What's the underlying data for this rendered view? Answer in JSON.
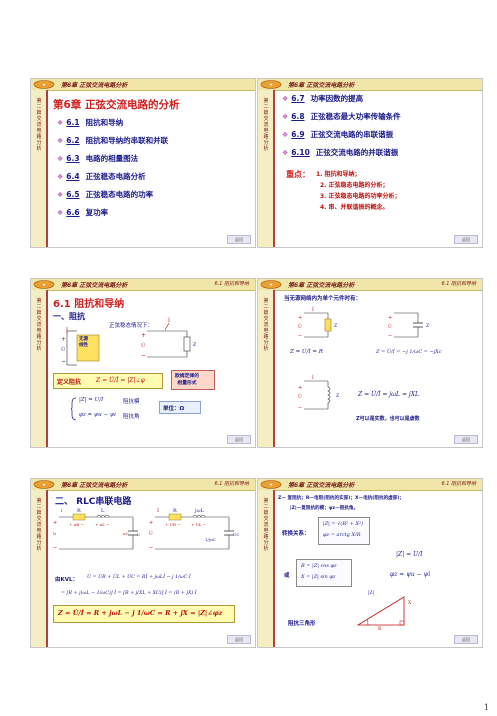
{
  "header_title": "第6章 正弦交流电路分析",
  "side_text": "第二篇 交流电路分析",
  "footer_label": "返回",
  "page_number": "1",
  "section_6_1": "6.1 阻抗和导纳",
  "slide1": {
    "chapter_title": "第6章  正弦交流电路的分析",
    "items": [
      {
        "num": "6.1",
        "text": "阻抗和导纳"
      },
      {
        "num": "6.2",
        "text": "阻抗和导纳的串联和并联"
      },
      {
        "num": "6.3",
        "text": "电路的相量图法"
      },
      {
        "num": "6.4",
        "text": "正弦稳态电路分析"
      },
      {
        "num": "6.5",
        "text": "正弦稳态电路的功率"
      },
      {
        "num": "6.6",
        "text": "复功率"
      }
    ]
  },
  "slide2": {
    "items": [
      {
        "num": "6.7",
        "text": "功率因数的提高"
      },
      {
        "num": "6.8",
        "text": "正弦稳态最大功率传输条件"
      },
      {
        "num": "6.9",
        "text": "正弦交流电路的串联谐振"
      },
      {
        "num": "6.10",
        "text": "正弦交流电路的并联谐振"
      }
    ],
    "key_label": "重点：",
    "key_points": [
      "1. 阻抗和导纳；",
      "2. 正弦稳态电路的分析；",
      "3. 正弦稳态电路的功率分析；",
      "4. 串、并联谐振的概念。"
    ]
  },
  "slide3": {
    "title": "6.1  阻抗和导纳",
    "subtitle": "一、阻抗",
    "steady_note": "正弦稳态情况下：",
    "box_label": "无源\n线性",
    "z_label": "Z",
    "def_label": "定义阻抗",
    "def_formula": "Z = U̇/İ = |Z|∠φ",
    "note": "欧姆定律的\n相量形式",
    "mod_formula": "|Z| = U/I",
    "mod_label": "阻抗模",
    "ang_formula": "φz = ψu − ψi",
    "ang_label": "阻抗角",
    "unit_label": "单位：Ω"
  },
  "slide4": {
    "intro": "当无源网络内为单个元件时有：",
    "f1": "Z = U̇/İ = R",
    "f2": "Z = U̇/İ = −j 1/ωC = −jXc",
    "f3": "Z = U̇/İ = jωL = jXL",
    "note": "Z可以是实数，也可以是虚数"
  },
  "slide5": {
    "title": "二、 RLC串联电路",
    "kvl_label": "由KVL：",
    "eq1": "U̇ = U̇R + U̇L + U̇C = Rİ + jωLİ − j 1/ωC İ",
    "eq2": "= [R + j(ωL − 1/ωC)] İ = [R + j(XL + XC)] İ = (R + jX) İ",
    "eq3": "Z = U̇/İ = R + jωL − j 1/ωC = R + jX = |Z|∠φz"
  },
  "slide6": {
    "line1": "Z— 复阻抗；R—电阻(阻抗的实部)；X—电抗(阻抗的虚部)；",
    "line2": "|Z|—复阻抗的模；φz—阻抗角。",
    "convert_label": "转换关系：",
    "c1": "|Z| = √(R² + X²)",
    "c2": "φz = arctg X/R",
    "c3": "|Z| = U/I",
    "or_label": "或",
    "c4": "R = |Z| cos φz",
    "c5": "X = |Z| sin φz",
    "c6": "φz = ψu − ψi",
    "tri_label": "阻抗三角形",
    "tri_z": "|Z|",
    "tri_x": "X",
    "tri_r": "R"
  }
}
